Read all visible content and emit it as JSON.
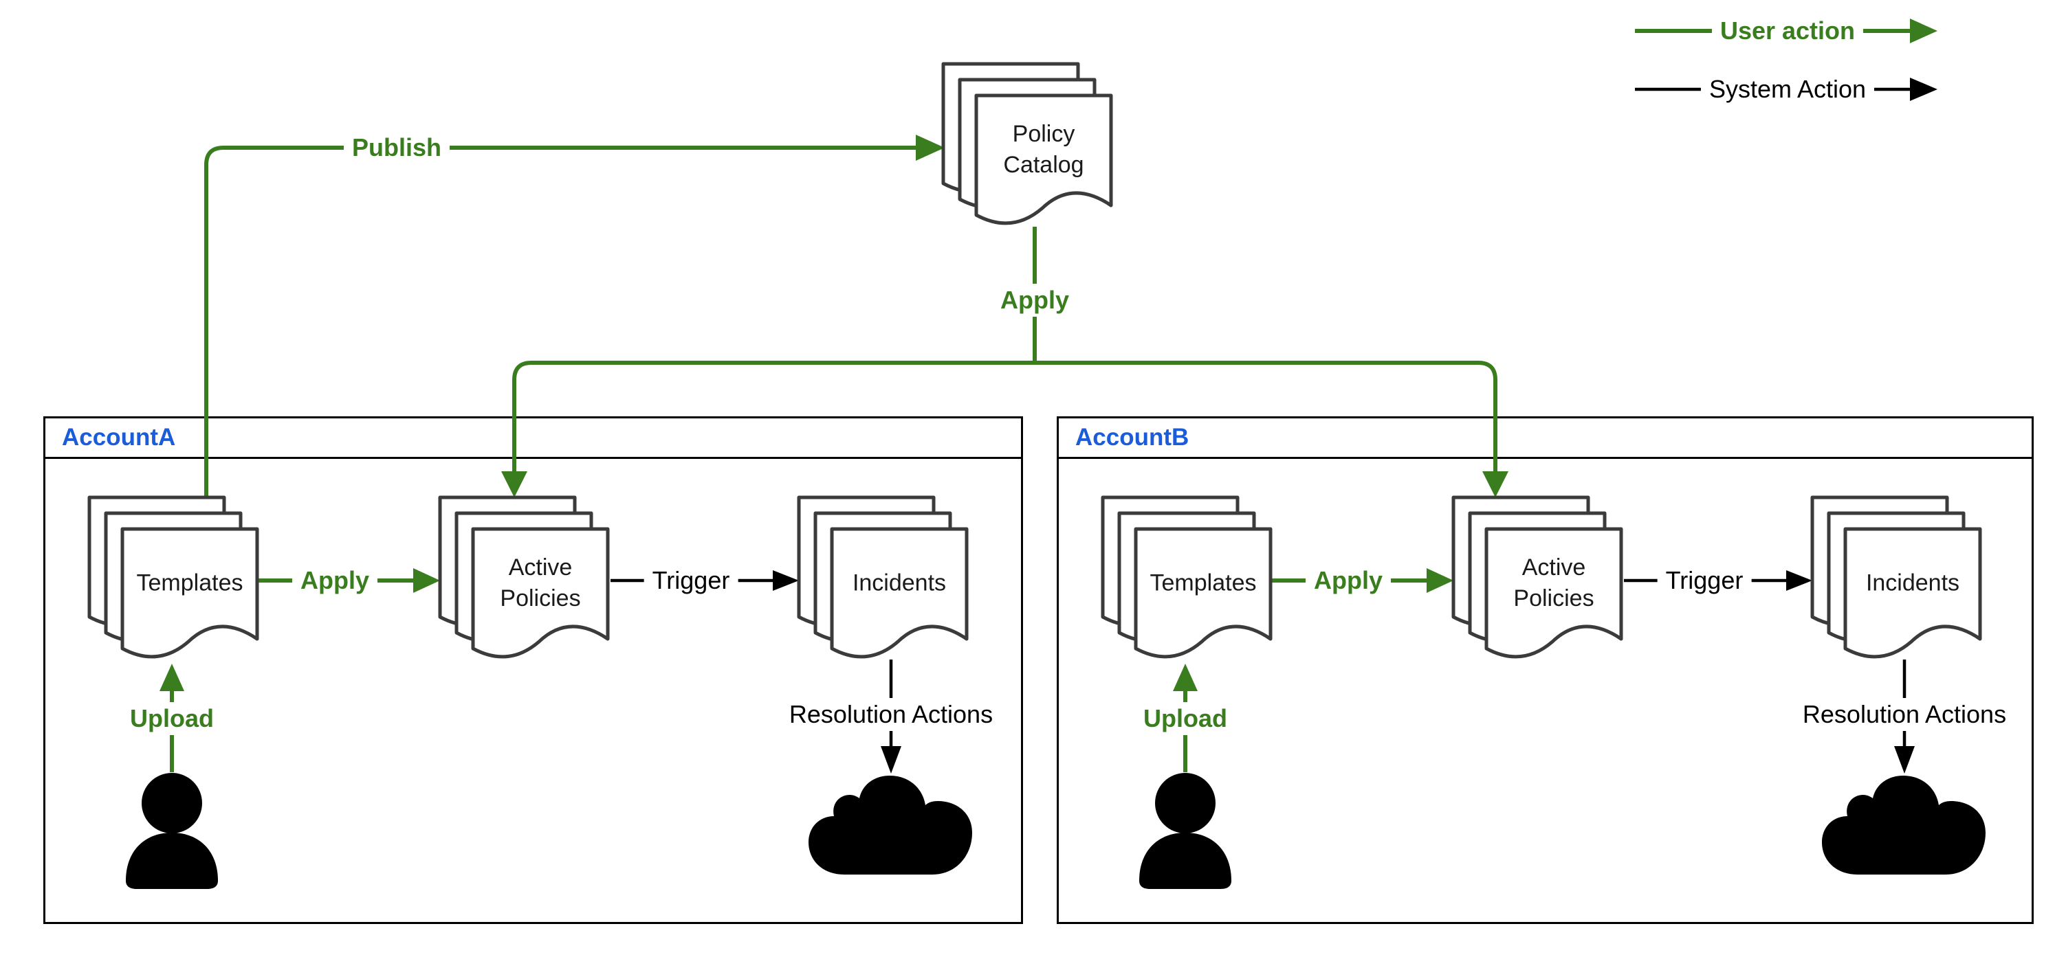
{
  "legend": {
    "user_action_label": "User action",
    "system_action_label": "System Action"
  },
  "policy_catalog": {
    "label": "Policy\nCatalog"
  },
  "connectors": {
    "publish_label": "Publish",
    "apply_label": "Apply"
  },
  "accounts": [
    {
      "label": "AccountA",
      "templates_label": "Templates",
      "active_policies_label": "Active\nPolicies",
      "incidents_label": "Incidents",
      "apply_label": "Apply",
      "trigger_label": "Trigger",
      "upload_label": "Upload",
      "resolution_label": "Resolution Actions"
    },
    {
      "label": "AccountB",
      "templates_label": "Templates",
      "active_policies_label": "Active\nPolicies",
      "incidents_label": "Incidents",
      "apply_label": "Apply",
      "trigger_label": "Trigger",
      "upload_label": "Upload",
      "resolution_label": "Resolution Actions"
    }
  ],
  "colors": {
    "user_action_green": "#3a7d1e",
    "system_action_black": "#000000",
    "account_label_blue": "#1b5cd8",
    "person_stroke_blue": "#3d6eb4",
    "person_fill": "#edf2f9",
    "cloud_gray": "#999999",
    "document_stroke": "#3b3b3b"
  }
}
